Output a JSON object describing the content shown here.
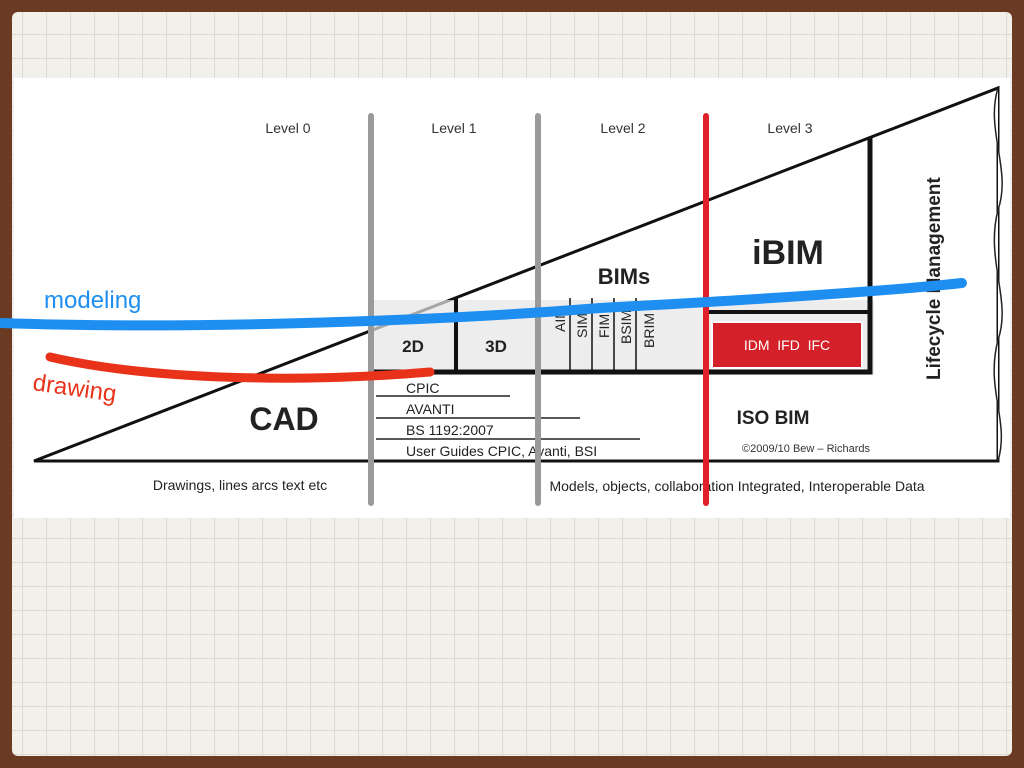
{
  "levels": [
    "Level 0",
    "Level 1",
    "Level 2",
    "Level 3"
  ],
  "side_label": "Lifecycle Management",
  "cad": "CAD",
  "cells_2d": "2D",
  "cells_3d": "3D",
  "bims": "BIMs",
  "bim_columns": [
    "AIM",
    "SIM",
    "FIM",
    "BSIM",
    "BRIM"
  ],
  "ibim": "iBIM",
  "ibim_standards": "IDM  IFD  IFC",
  "iso_bim": "ISO BIM",
  "copyright": "©2009/10 Bew – Richards",
  "standards": [
    "CPIC",
    "AVANTI",
    "BS 1192:2007",
    "User Guides CPIC, Avanti, BSI"
  ],
  "footer_left": "Drawings, lines arcs text etc",
  "footer_right": "Models, objects, collaboration Integrated, Interoperable Data",
  "annotations": {
    "modeling": "modeling",
    "drawing": "drawing"
  },
  "colors": {
    "modeling": "#1e8ff0",
    "drawing": "#e8321a",
    "level3_line": "#e0202a",
    "idm_box": "#d42028",
    "level_lines": "#9a9a9a"
  }
}
